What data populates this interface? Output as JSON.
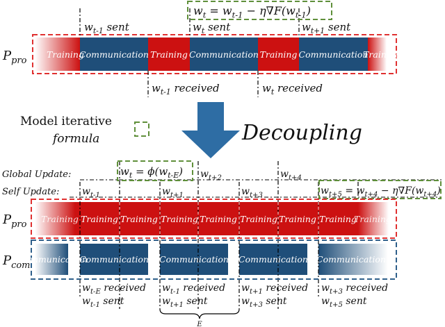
{
  "colors": {
    "red": "#cc1111",
    "blue": "#1f4e79",
    "red_border": "#e03030",
    "blue_border": "#2e5f8a",
    "green_border": "#5f8f3a",
    "arrow": "#2e6da4"
  },
  "top": {
    "process_label": "P",
    "process_sub": "pro",
    "formula": "w_t = w_{t-1} − η∇F(w_{t-1})",
    "sent_labels": [
      "w_{t-1} sent",
      "w_t sent",
      "w_{t+1} sent"
    ],
    "received_labels": [
      "w_{t-1} received",
      "w_t received"
    ],
    "blocks": [
      {
        "type": "training",
        "text": "Training"
      },
      {
        "type": "communication",
        "text": "Communication"
      },
      {
        "type": "training",
        "text": "Training"
      },
      {
        "type": "communication",
        "text": "Communication"
      },
      {
        "type": "training",
        "text": "Training"
      },
      {
        "type": "communication",
        "text": "Communication"
      },
      {
        "type": "training",
        "text": "Training"
      }
    ]
  },
  "middle": {
    "legend_line1": "Model iterative",
    "legend_line2": "formula",
    "decoupling": "Decoupling"
  },
  "bottom": {
    "global_update": "Global Update:",
    "self_update": "Self Update:",
    "global_formula": "w_t = ϕ(w_{t-E})",
    "global_labels": [
      "w_{t+2}",
      "w_{t+4}"
    ],
    "self_labels": [
      "w_{t-1}",
      "w_{t+1}",
      "w_{t+3}"
    ],
    "self_formula": "w_{t+5} = w_{t+4} − η∇F(w_{t+4})",
    "pro_label": "P",
    "pro_sub": "pro",
    "com_label": "P",
    "com_sub": "com",
    "pro_blocks": [
      "Training",
      "Training",
      "Training",
      "Training",
      "Training",
      "Training",
      "Training",
      "Training",
      "Training"
    ],
    "com_blocks": [
      "Communication",
      "Communication",
      "Communication",
      "Communication",
      "Communication"
    ],
    "bottom_labels": [
      {
        "line1": "w_{t-E} received",
        "line2": "w_{t-1} sent"
      },
      {
        "line1": "w_{t-1} received",
        "line2": "w_{t+1} sent"
      },
      {
        "line1": "w_{t+1} received",
        "line2": "w_{t+3} sent"
      },
      {
        "line1": "w_{t+3} received",
        "line2": "w_{t+5} sent"
      }
    ],
    "brace_label": "E"
  }
}
